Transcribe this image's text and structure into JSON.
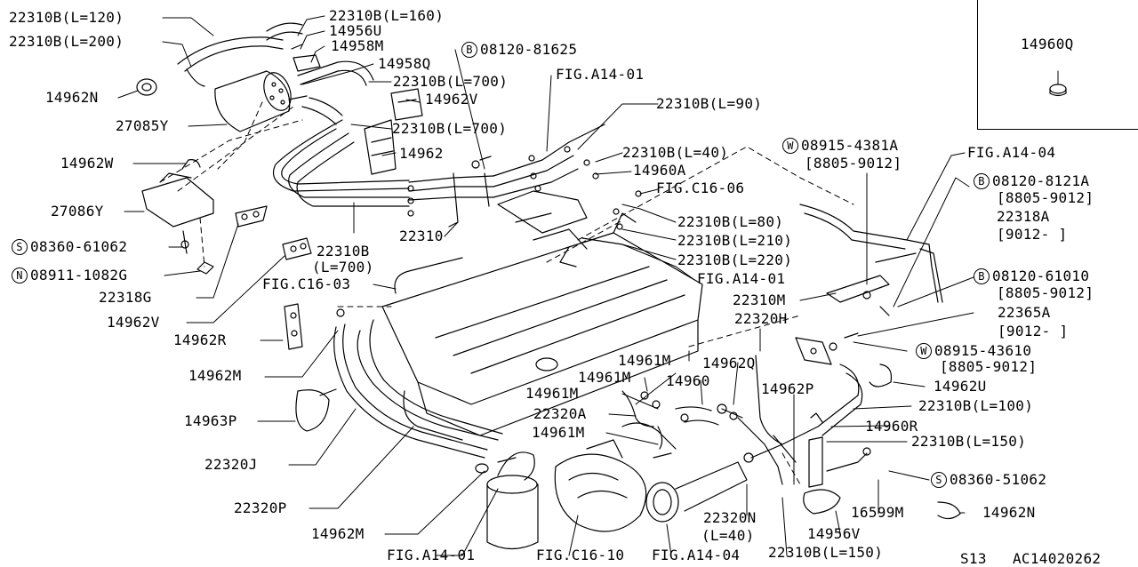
{
  "labels": {
    "l22310b_120": "22310B(L=120)",
    "l22310b_200": "22310B(L=200)",
    "l14962n_top": "14962N",
    "l27085y": "27085Y",
    "l14962w": "14962W",
    "l27086y": "27086Y",
    "l08360_61062_num": "08360-61062",
    "l08911_num": "08911-1082G",
    "l22318g": "22318G",
    "l14962v_left": "14962V",
    "l22310b_160": "22310B(L=160)",
    "l14956u": "14956U",
    "l14958m": "14958M",
    "l14958q": "14958Q",
    "l22310b_700a": "22310B(L=700)",
    "l14962v_mid": "14962V",
    "l22310b_700b": "22310B(L=700)",
    "l08120_81625_num": "08120-81625",
    "lfig_a14_01_top": "FIG.A14-01",
    "l22310b_90": "22310B(L=90)",
    "l14962": "14962",
    "l22310b_40a": "22310B(L=40)",
    "l14960a": "14960A",
    "lfig_c16_06": "FIG.C16-06",
    "l22310b_80": "22310B(L=80)",
    "l22310b_210": "22310B(L=210)",
    "l22310b_220": "22310B(L=220)",
    "l22310": "22310",
    "l22310b_700c_1": "22310B",
    "l22310b_700c_2": "(L=700)",
    "lfig_c16_03": "FIG.C16-03",
    "lfig_a14_01_mid": "FIG.A14-01",
    "l22310m": "22310M",
    "l22320h": "22320H",
    "l14962r": "14962R",
    "l14962m_left": "14962M",
    "l14963p": "14963P",
    "l22320j": "22320J",
    "l22320p": "22320P",
    "l14962m_bottom": "14962M",
    "lfig_a14_01_bottom": "FIG.A14-01",
    "lfig_c16_10": "FIG.C16-10",
    "lfig_a14_04_bottom": "FIG.A14-04",
    "l14961m_1": "14961M",
    "l14962q": "14962Q",
    "l14961m_2": "14961M",
    "l14960": "14960",
    "l14961m_3": "14961M",
    "l22320a": "22320A",
    "l14961m_4": "14961M",
    "l14962p": "14962P",
    "l22320n_1": "22320N",
    "l22320n_2": "(L=40)",
    "l22310b_150b": "22310B(L=150)",
    "l14956v": "14956V",
    "l16599m": "16599M",
    "l14962n_bottom": "14962N",
    "l08360_51062_num": "08360-51062",
    "l22310b_150a": "22310B(L=150)",
    "l14960r": "14960R",
    "l22310b_100": "22310B(L=100)",
    "l14962u": "14962U",
    "l08915_43610_num": "08915-43610",
    "l8805_9012_c": "[8805-9012]",
    "l22365a": "22365A",
    "l9012_b": "[9012-     ]",
    "l08120_61010_num": "08120-61010",
    "l8805_9012_d": "[8805-9012]",
    "l08120_8121a_num": "08120-8121A",
    "l8805_9012_b": "[8805-9012]",
    "l22318a": "22318A",
    "l9012_a": "[9012-     ]",
    "l08915_4381a_num": "08915-4381A",
    "l8805_9012_a": "[8805-9012]",
    "lfig_a14_04_top": "FIG.A14-04",
    "l14960q": "14960Q",
    "l_s13": "S13",
    "l_ac": "AC14020262"
  },
  "prefixes": {
    "B": "B",
    "S": "S",
    "N": "N",
    "W": "W"
  }
}
